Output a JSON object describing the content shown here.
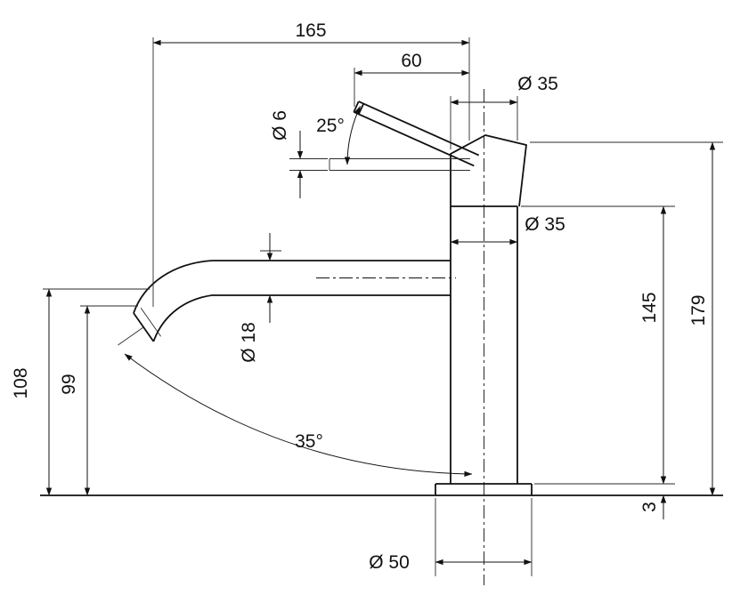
{
  "drawing": {
    "kind": "faucet-side-elevation-technical-drawing",
    "colors": {
      "background": "#ffffff",
      "line": "#111111"
    },
    "labels": {
      "width_overall": "165",
      "handle_reach": "60",
      "cap_diameter": "Ø 35",
      "handle_rod_diameter": "Ø 6",
      "handle_angle": "25°",
      "body_diameter": "Ø 35",
      "body_height": "145",
      "overall_height": "179",
      "spout_diameter": "Ø 18",
      "spout_top_height": "108",
      "outlet_height": "99",
      "outlet_angle": "35°",
      "base_thickness": "3",
      "base_diameter": "Ø 50"
    }
  }
}
